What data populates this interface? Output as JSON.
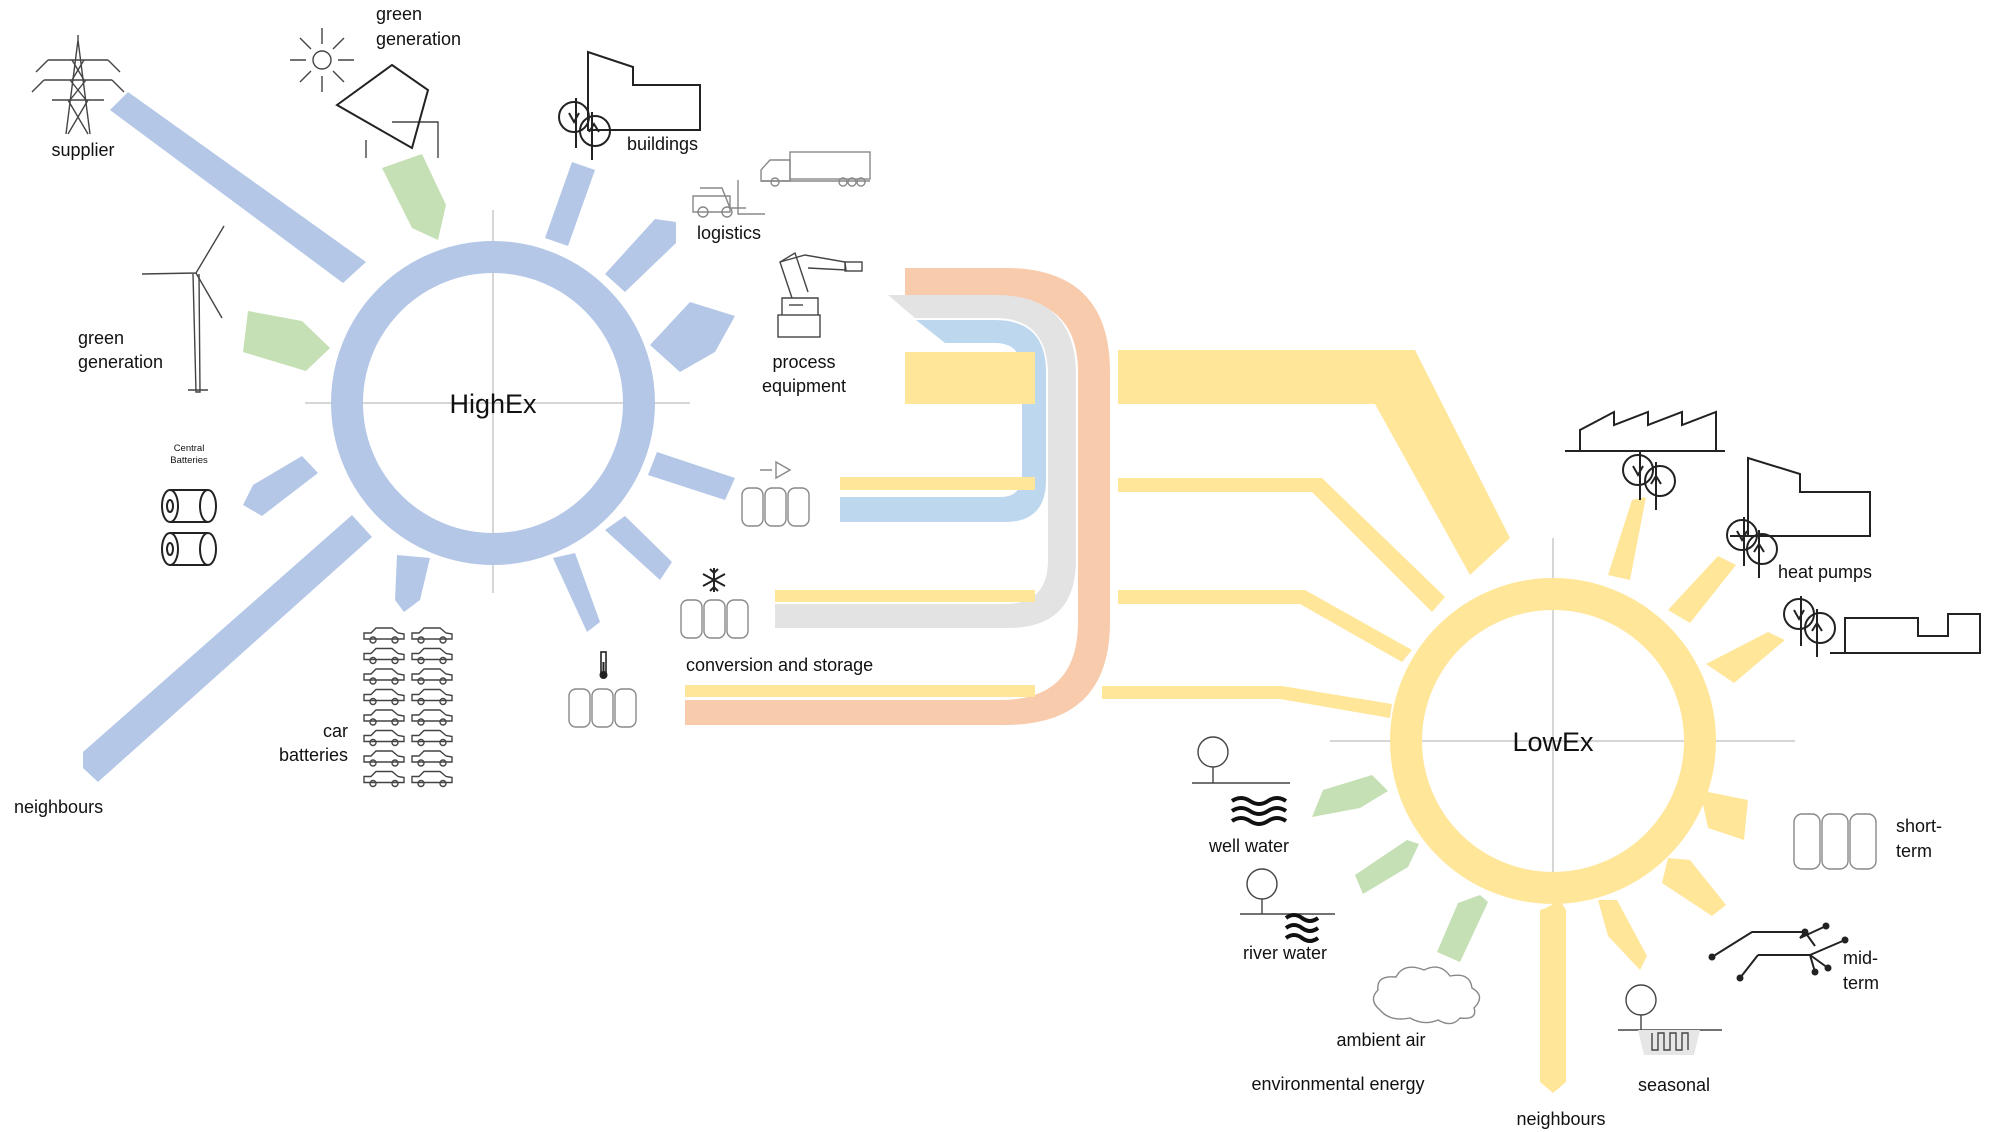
{
  "colors": {
    "highex_blue": "#b4c7e7",
    "lowex_yellow": "#ffe699",
    "green": "#c5e0b4",
    "orange": "#f8cbad",
    "light_grey": "#e3e3e3",
    "light_blue": "#bdd7ee",
    "axis_grey": "#c8c8c8"
  },
  "highex": {
    "label": "HighEx"
  },
  "lowex": {
    "label": "LowEx"
  },
  "highex_labels": {
    "supplier": "supplier",
    "green_generation_top_line1": "green",
    "green_generation_top_line2": "generation",
    "buildings": "buildings",
    "logistics": "logistics",
    "green_generation_left_line1": "green",
    "green_generation_left_line2": "generation",
    "process_equipment_line1": "process",
    "process_equipment_line2": "equipment",
    "central_batteries_line1": "Central",
    "central_batteries_line2": "Batteries",
    "conversion_and_storage": "conversion and storage",
    "car_batteries_line1": "car",
    "car_batteries_line2": "batteries",
    "neighbours": "neighbours"
  },
  "lowex_labels": {
    "heat_pumps": "heat pumps",
    "short_term_line1": "short-",
    "short_term_line2": "term",
    "mid_term_line1": "mid-",
    "mid_term_line2": "term",
    "seasonal": "seasonal",
    "neighbours": "neighbours",
    "well_water": "well water",
    "river_water": "river water",
    "ambient_air": "ambient air",
    "environmental_energy": "environmental energy"
  },
  "icons": [
    "power-pylon-icon",
    "sun-solar-panel-icon",
    "wind-turbine-icon",
    "battery-icon",
    "electric-car-icon",
    "building-heat-pump-icon",
    "truck-icon",
    "forklift-icon",
    "robot-arm-icon",
    "storage-tank-icon",
    "snowflake-icon",
    "thermometer-icon",
    "factory-icon",
    "well-water-icon",
    "river-water-icon",
    "cloud-icon",
    "pipe-network-icon",
    "seasonal-storage-icon"
  ]
}
